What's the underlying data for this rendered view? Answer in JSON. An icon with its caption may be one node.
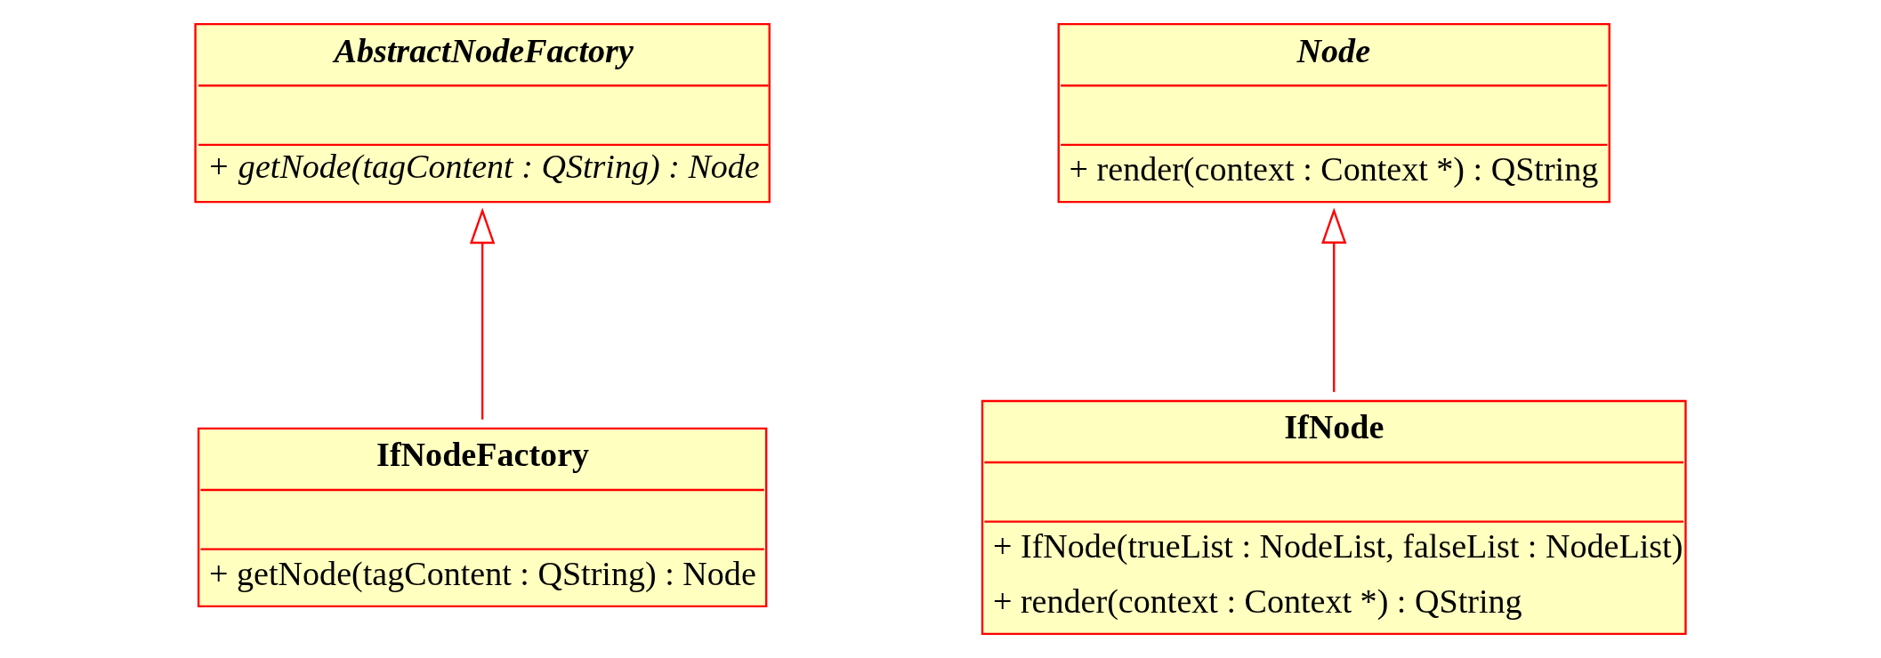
{
  "diagram": {
    "nodes": [
      {
        "text": [
          "AbstractNodeFactory",
          "+ getNode(tagContent : QString) : Node"
        ]
      },
      {
        "text": [
          "Node",
          "+ render(context : Context *) : QString"
        ]
      },
      {
        "text": [
          "IfNodeFactory",
          "+ getNode(tagContent : QString) : Node"
        ]
      },
      {
        "text": [
          "IfNode",
          "+ IfNode(trueList : NodeList, falseList : NodeList)",
          "+ render(context : Context *) : QString"
        ]
      }
    ],
    "edges": [
      {
        "from": 2,
        "to": 0,
        "arrow": "to"
      },
      {
        "from": 3,
        "to": 1,
        "arrow": "to"
      }
    ]
  }
}
